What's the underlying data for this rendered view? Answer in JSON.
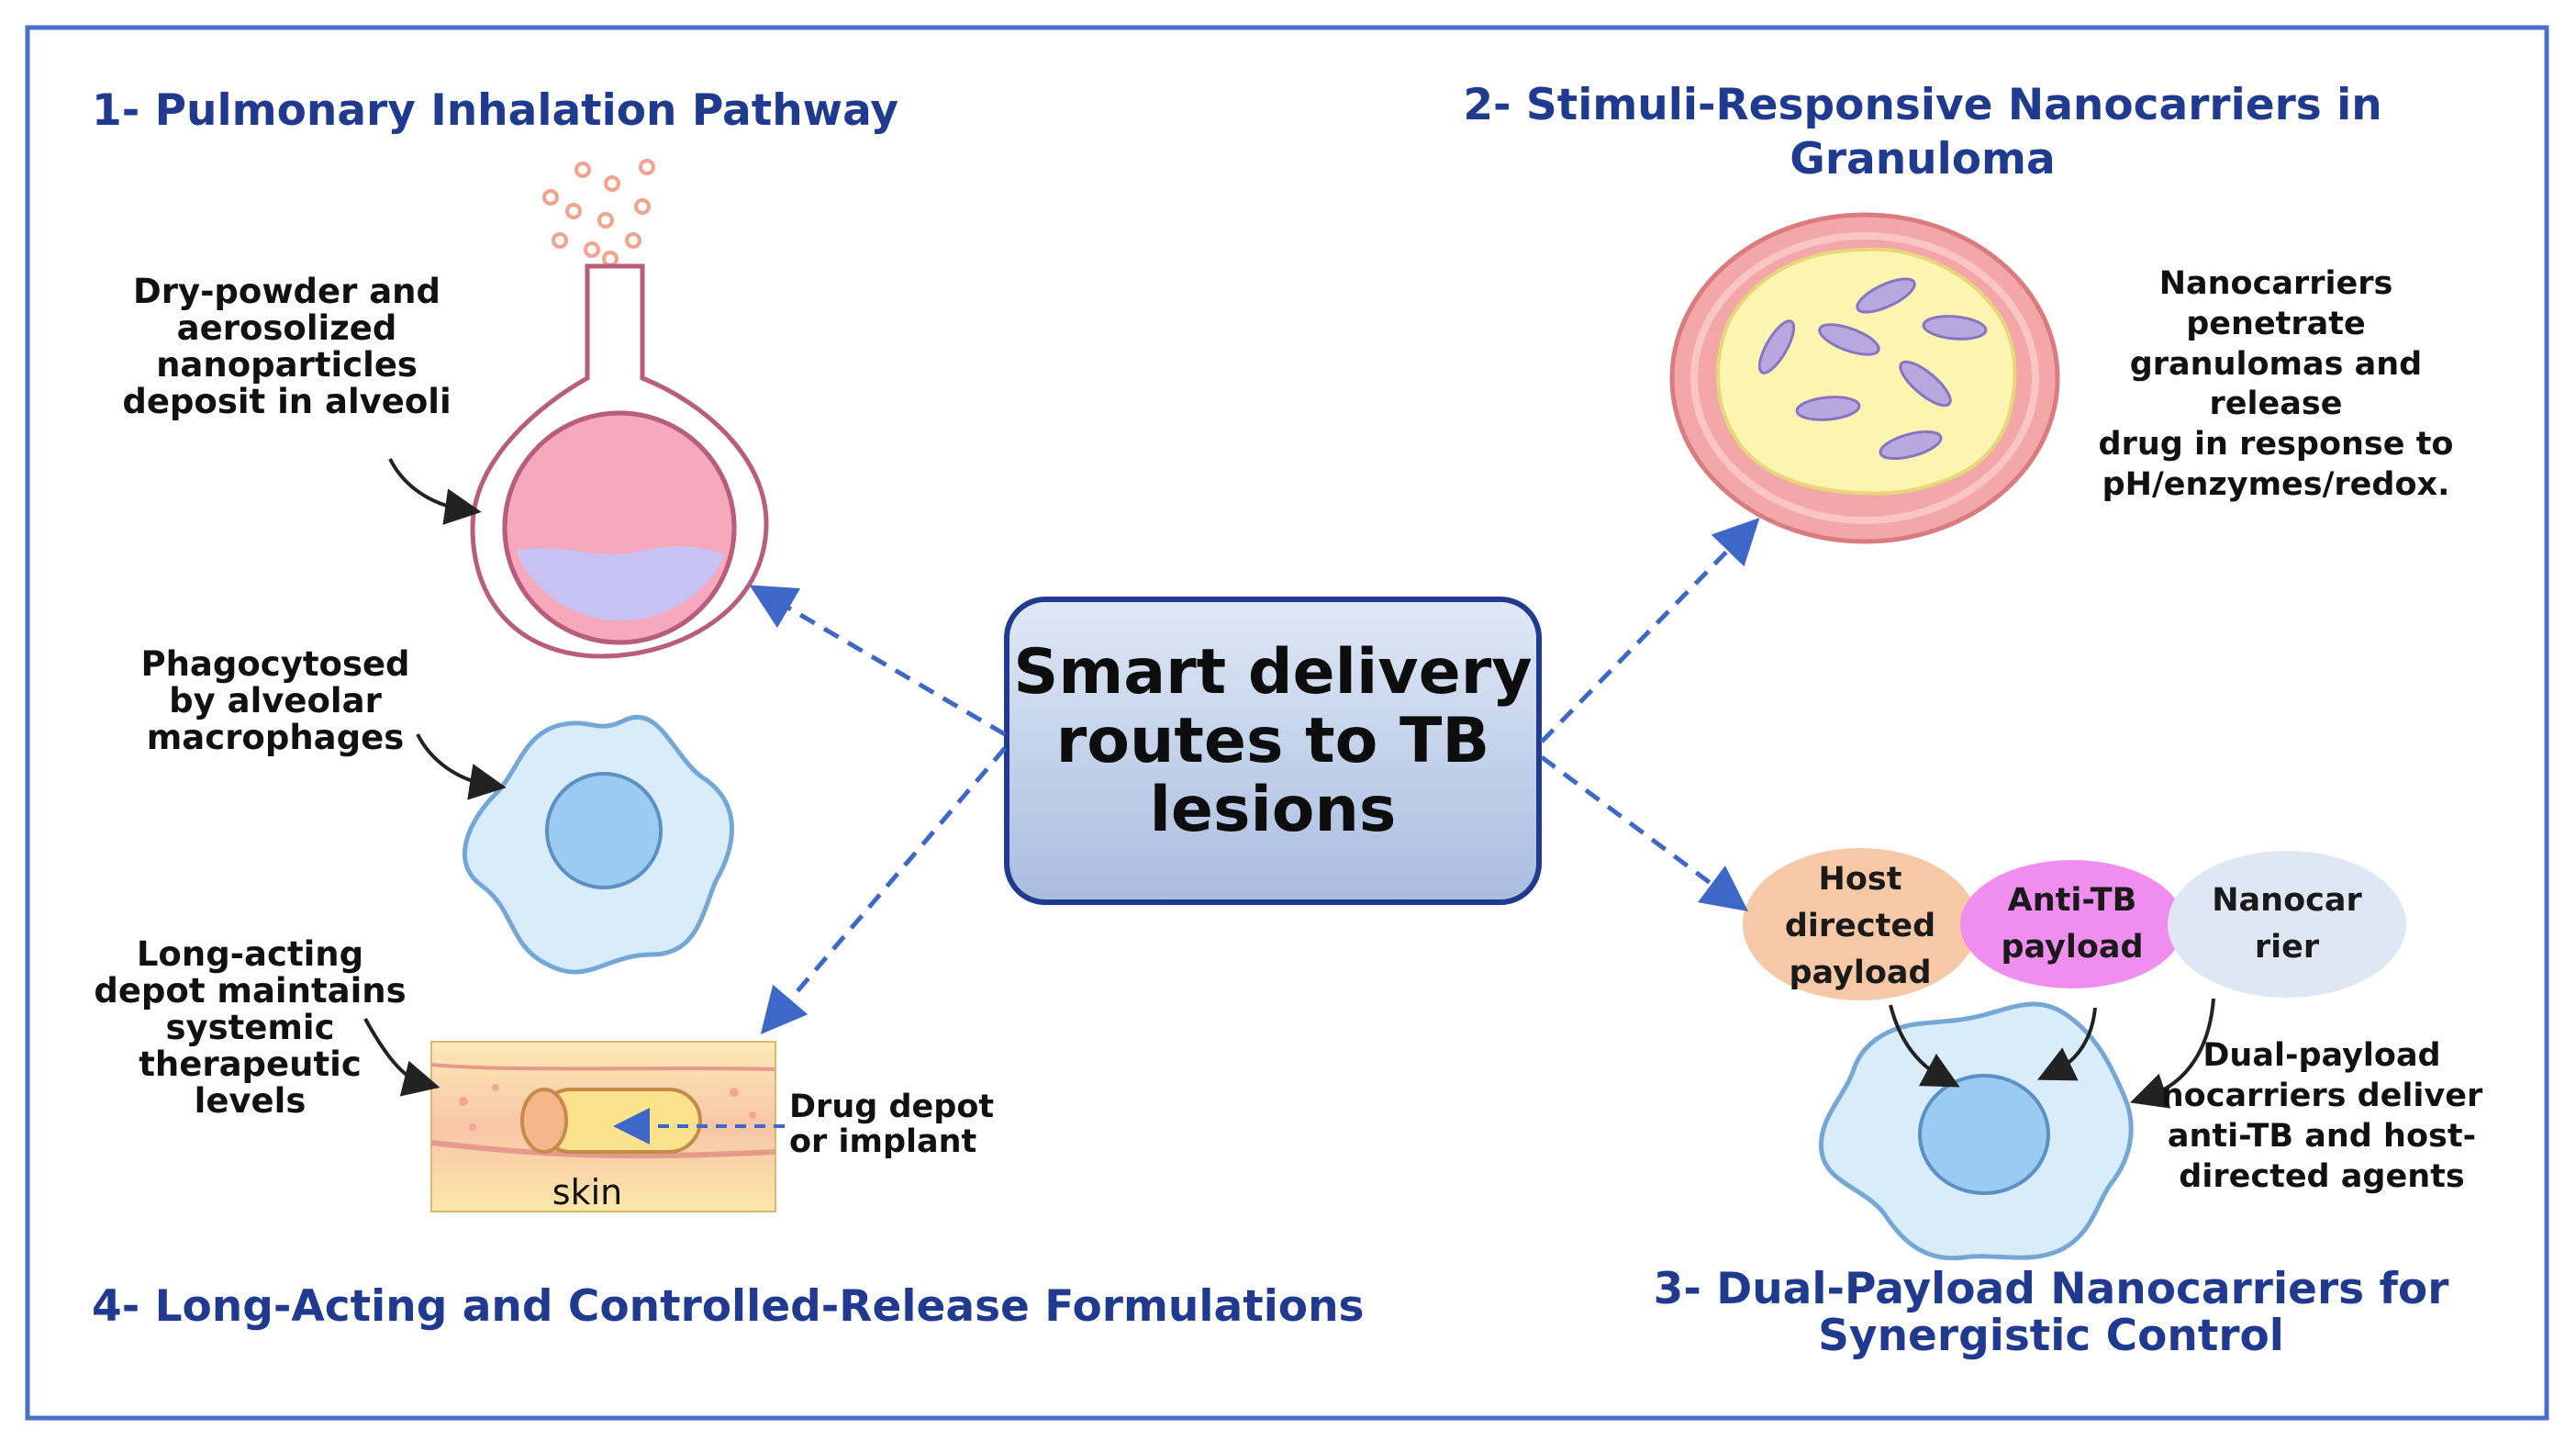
{
  "headings": {
    "pulmonary": "1- Pulmonary Inhalation Pathway",
    "stimuli": "2- Stimuli-Responsive Nanocarriers in\nGranuloma",
    "dual": "3- Dual-Payload Nanocarriers for\nSynergistic Control",
    "longacting": "4- Long-Acting and Controlled-Release Formulations"
  },
  "center": {
    "text": "Smart delivery\nroutes to TB\nlesions"
  },
  "labels": {
    "drypowder": "Dry-powder and\naerosolized\nnanoparticles\ndeposit in alveoli",
    "phagocytosed": "Phagocytosed\nby alveolar\nmacrophages",
    "depot": "Long-acting\ndepot maintains\nsystemic\ntherapeutic\nlevels",
    "drug_depot": "Drug depot\nor implant",
    "skin": "skin",
    "granuloma": "Nanocarriers penetrate\ngranulomas and release\ndrug in response to\npH/enzymes/redox.",
    "dual_desc": "Dual-payload\nnocarriers deliver\nanti-TB and host-\ndirected agents"
  },
  "payloads": {
    "host": "Host\ndirected\npayload",
    "antitb": "Anti-TB\npayload",
    "nanocarrier": "Nanocar\nrier"
  },
  "colors": {
    "frame": "#4a6fc9",
    "heading": "#1f3a8f",
    "arrow": "#3e68c8",
    "center_box_top": "#dfe8f6",
    "center_box_bottom": "#a9bde0",
    "alveolus_pink": "#f6a9bd",
    "alveolus_fluid": "#c6c2f3",
    "macrophage": "#d9ecfa",
    "nucleus": "#9ccbf2",
    "granuloma_outer": "#f4a7a8",
    "granuloma_inner": "#fbf5b1",
    "bacteria": "#b9a8df",
    "host_oval": "#f6c8a6",
    "antitb_oval": "#f08ef0",
    "nanocarrier_oval": "#dfe6f4"
  }
}
